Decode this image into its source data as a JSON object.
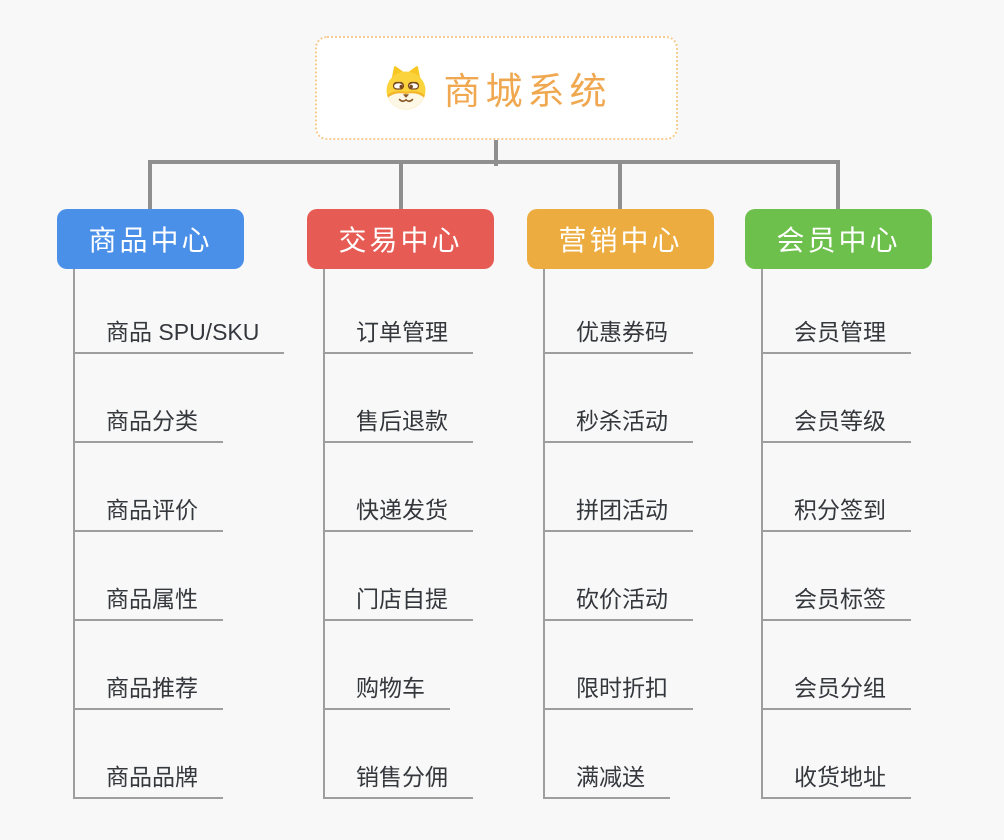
{
  "root": {
    "title": "商城系统",
    "icon": "shiba-dog-icon"
  },
  "branches": [
    {
      "label": "商品中心",
      "color": "#4b90e8",
      "children": [
        "商品 SPU/SKU",
        "商品分类",
        "商品评价",
        "商品属性",
        "商品推荐",
        "商品品牌"
      ]
    },
    {
      "label": "交易中心",
      "color": "#e65b54",
      "children": [
        "订单管理",
        "售后退款",
        "快递发货",
        "门店自提",
        "购物车",
        "销售分佣"
      ]
    },
    {
      "label": "营销中心",
      "color": "#edac40",
      "children": [
        "优惠券码",
        "秒杀活动",
        "拼团活动",
        "砍价活动",
        "限时折扣",
        "满减送"
      ]
    },
    {
      "label": "会员中心",
      "color": "#6dc04b",
      "children": [
        "会员管理",
        "会员等级",
        "积分签到",
        "会员标签",
        "会员分组",
        "收货地址"
      ]
    }
  ],
  "colors": {
    "title_text": "#f0a850",
    "root_border": "#f6cb8f",
    "connector": "#8f8f8f",
    "sub_line": "#9e9e9e",
    "sub_text": "#34373c",
    "background": "#f8f8f8"
  }
}
